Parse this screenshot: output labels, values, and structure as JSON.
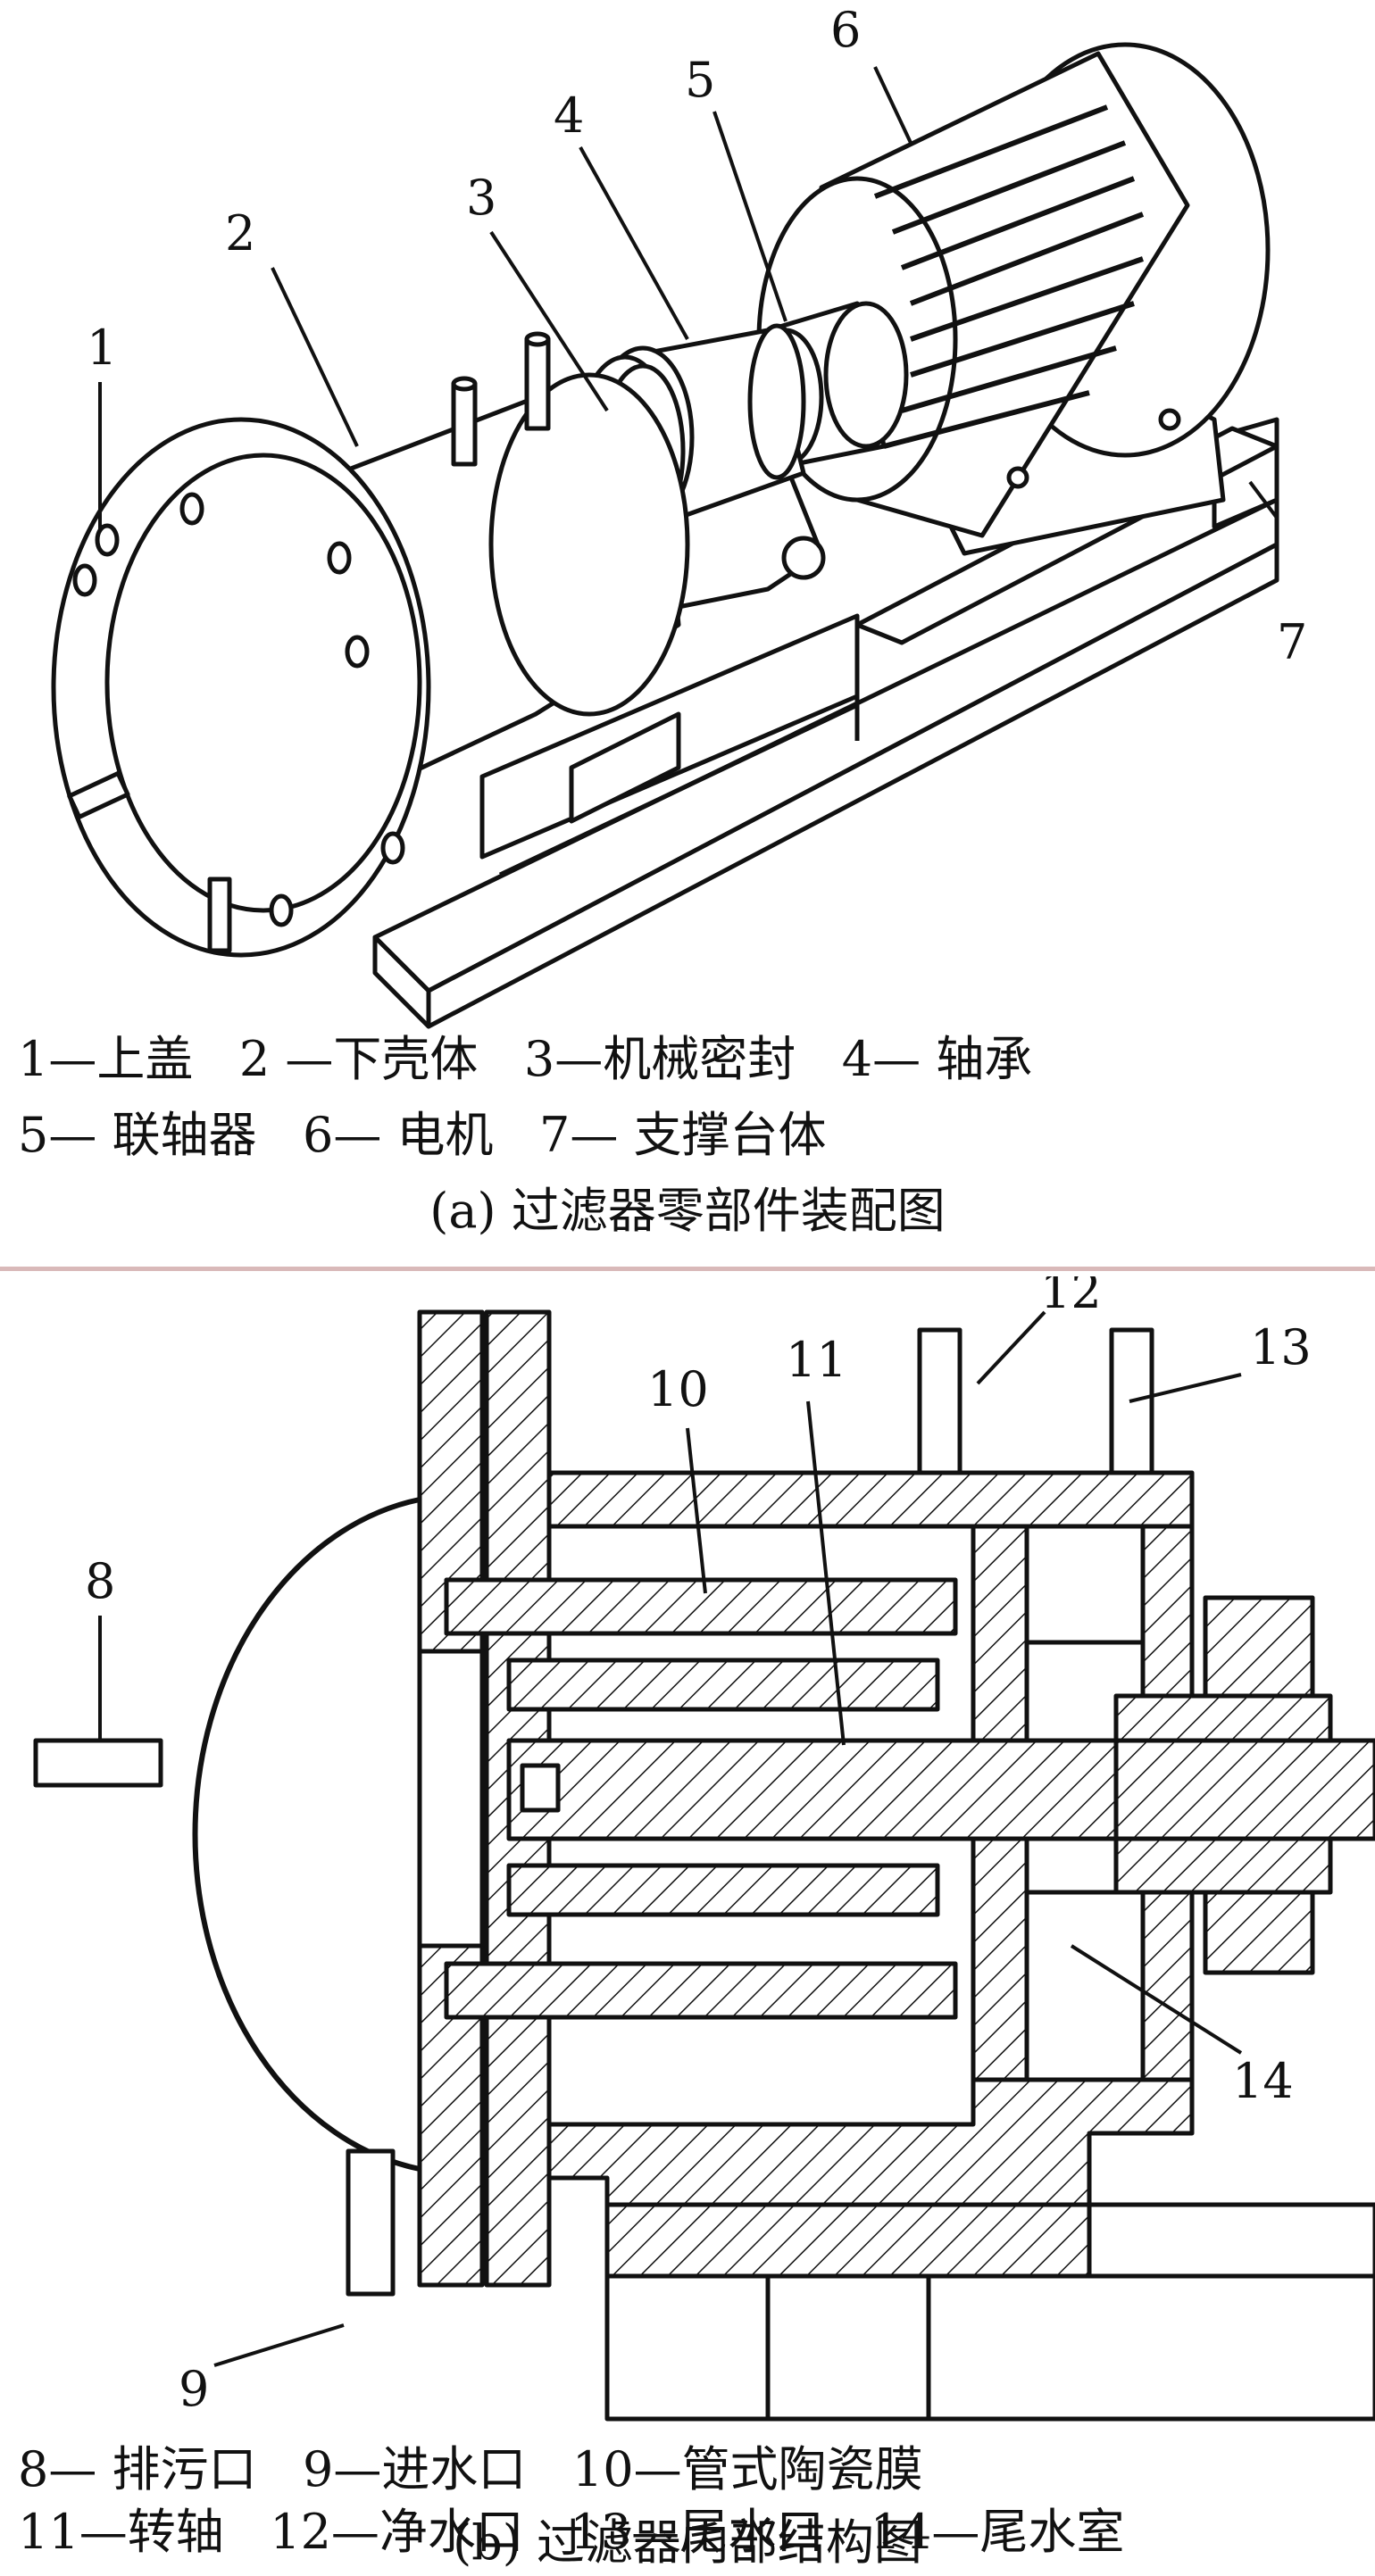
{
  "panel_a": {
    "labels": [
      "1",
      "2",
      "3",
      "4",
      "5",
      "6",
      "7"
    ],
    "legend": [
      "1—上盖   2 —下壳体   3—机械密封   4— 轴承",
      "5— 联轴器   6— 电机   7— 支撑台体"
    ],
    "caption": "(a) 过滤器零部件装配图"
  },
  "panel_b": {
    "labels": [
      "8",
      "9",
      "10",
      "11",
      "12",
      "13",
      "14"
    ],
    "legend": [
      "8— 排污口   9—进水口   10—管式陶瓷膜",
      "11—转轴   12—净水口   13—尾水口   14—尾水室"
    ],
    "caption": "(b) 过滤器内部结构图"
  }
}
